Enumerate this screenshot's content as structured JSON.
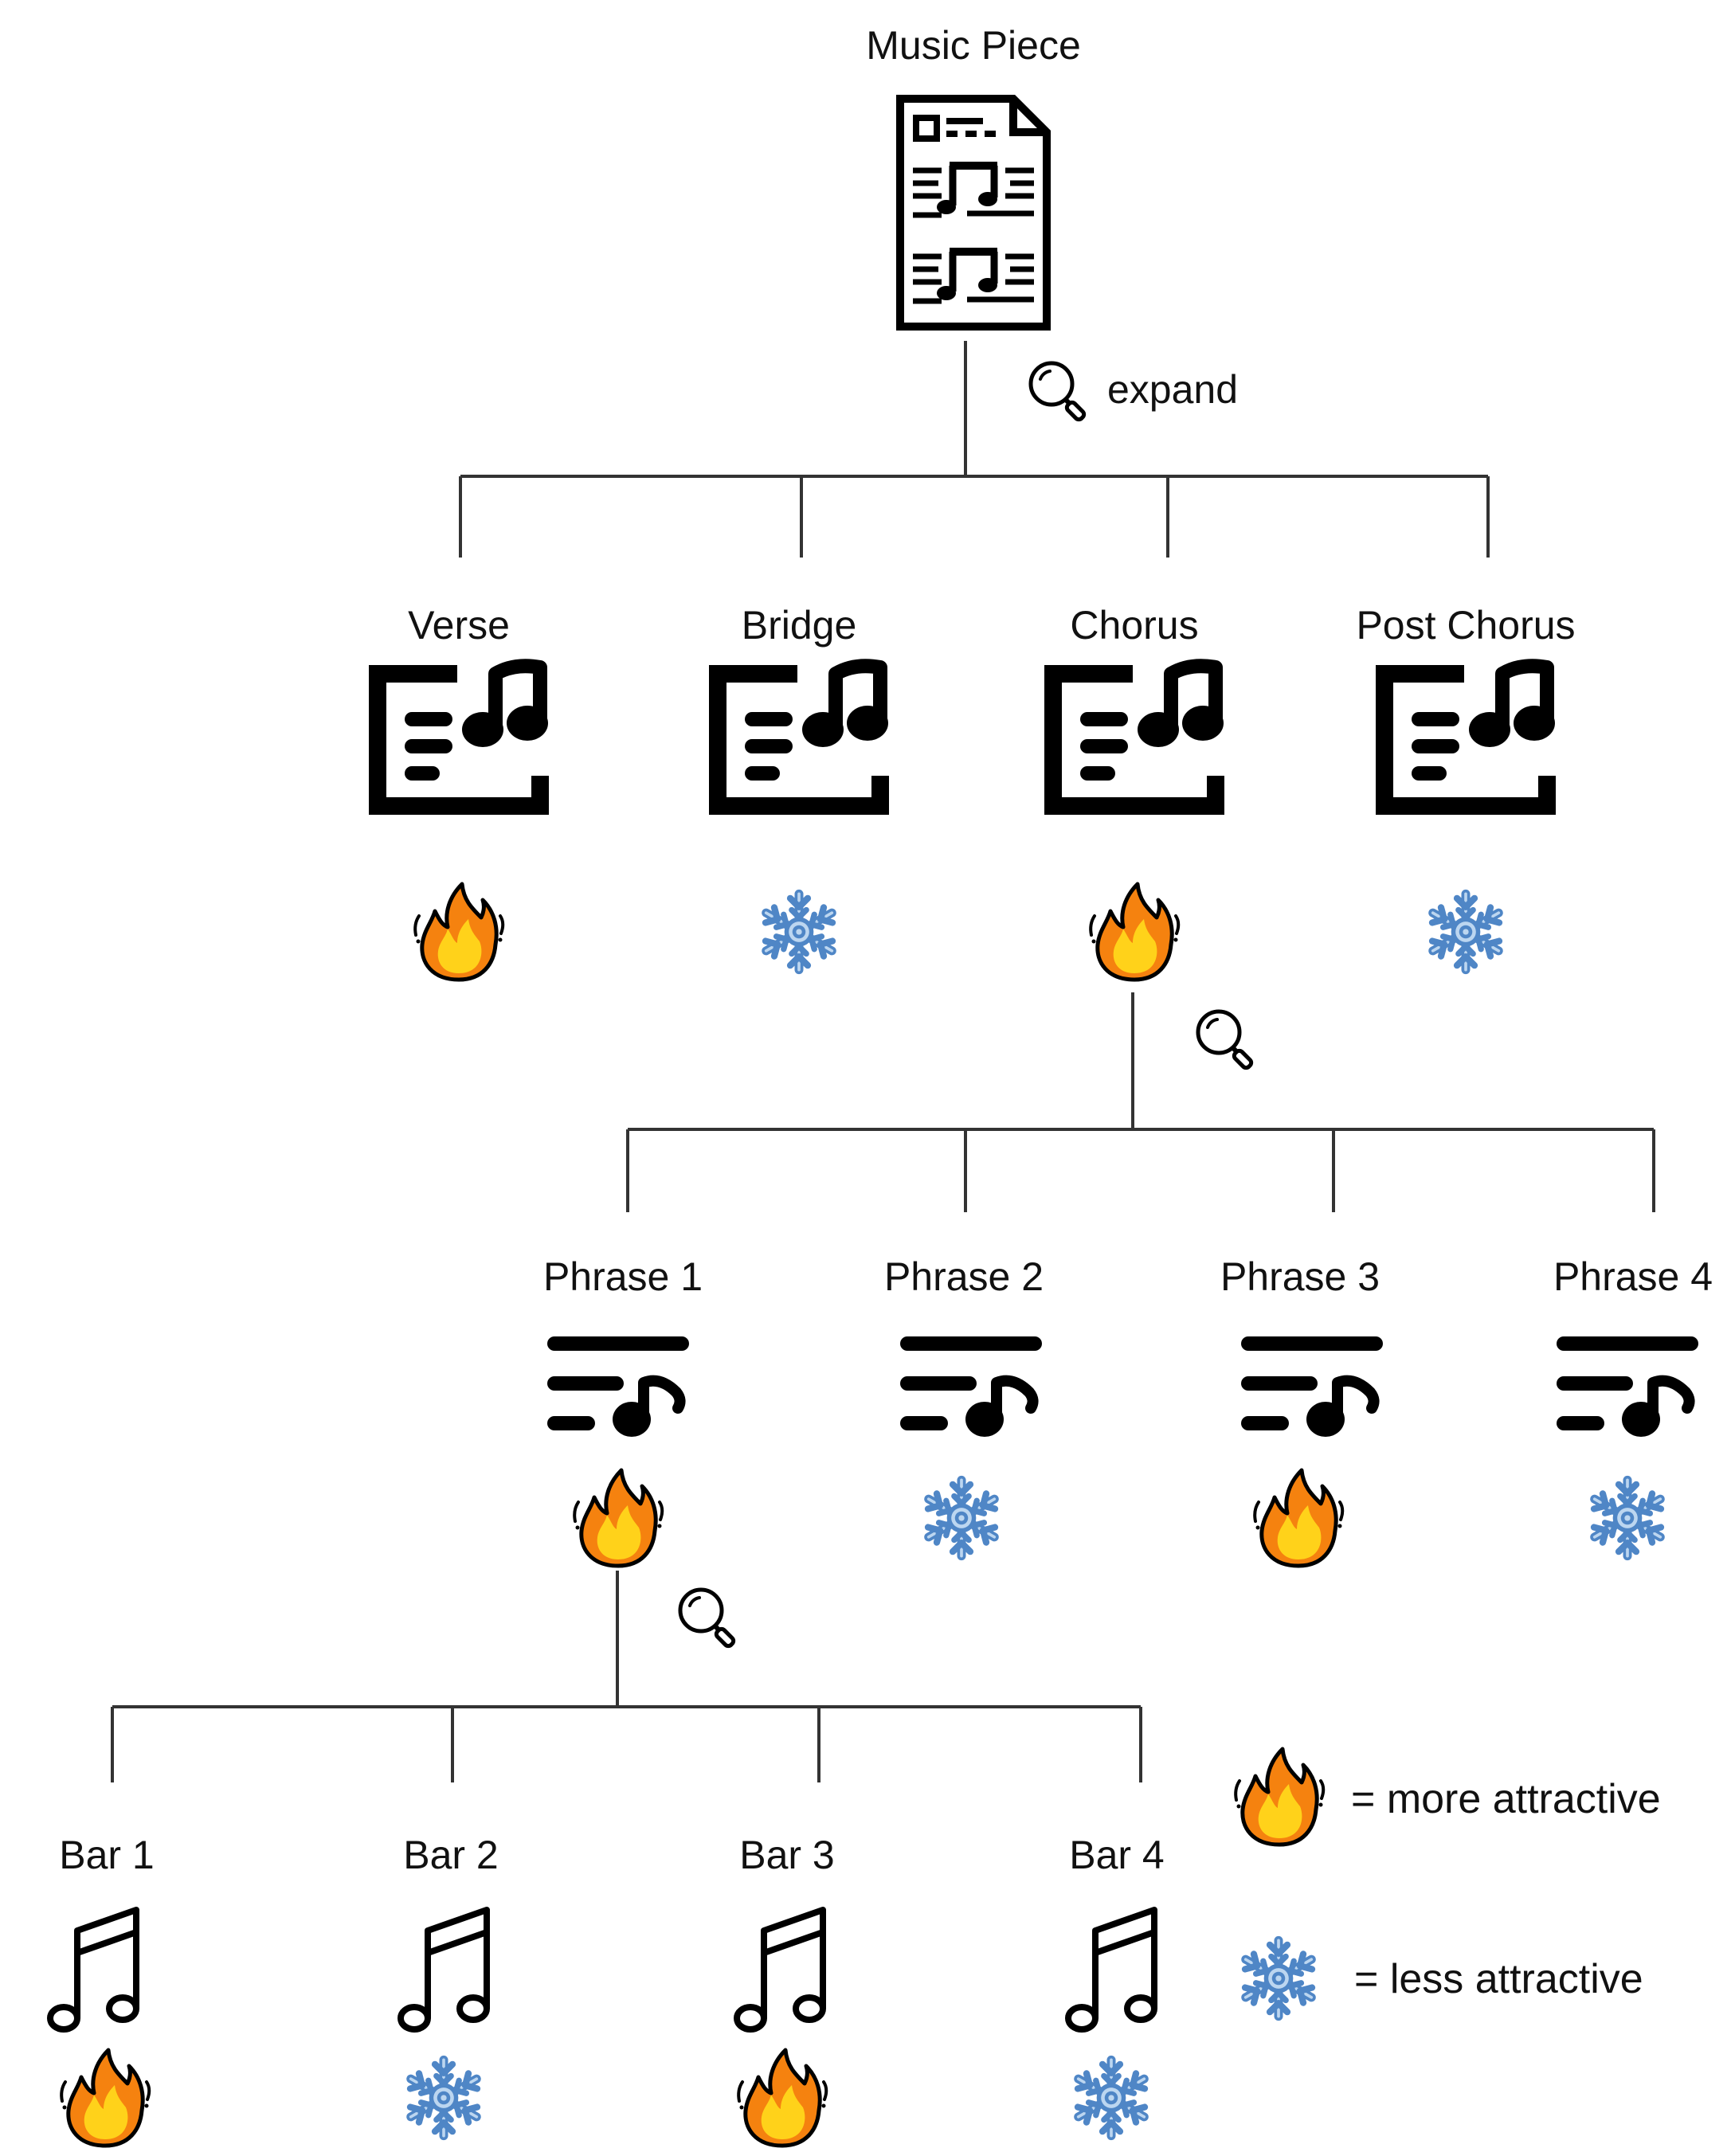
{
  "root": {
    "label": "Music Piece",
    "expand_label": "expand"
  },
  "sections": [
    {
      "label": "Verse",
      "rating": "hot"
    },
    {
      "label": "Bridge",
      "rating": "cold"
    },
    {
      "label": "Chorus",
      "rating": "hot"
    },
    {
      "label": "Post Chorus",
      "rating": "cold"
    }
  ],
  "phrases": [
    {
      "label": "Phrase 1",
      "rating": "hot"
    },
    {
      "label": "Phrase 2",
      "rating": "cold"
    },
    {
      "label": "Phrase 3",
      "rating": "hot"
    },
    {
      "label": "Phrase 4",
      "rating": "cold"
    }
  ],
  "bars": [
    {
      "label": "Bar 1",
      "rating": "hot"
    },
    {
      "label": "Bar 2",
      "rating": "cold"
    },
    {
      "label": "Bar 3",
      "rating": "hot"
    },
    {
      "label": "Bar 4",
      "rating": "cold"
    }
  ],
  "legend": {
    "hot_label": "= more attractive",
    "cold_label": "= less attractive"
  },
  "icons": {
    "root": "score-sheet-icon",
    "section": "music-section-icon",
    "phrase": "playlist-note-icon",
    "bar": "beamed-notes-icon",
    "zoom": "magnifier-icon",
    "hot": "fire-icon",
    "cold": "snowflake-icon"
  },
  "colors": {
    "fire_outer": "#f5820f",
    "fire_inner": "#ffd21a",
    "snowflake": "#4f86c6",
    "snowflake_light": "#bcd6f0",
    "line": "#333333"
  }
}
